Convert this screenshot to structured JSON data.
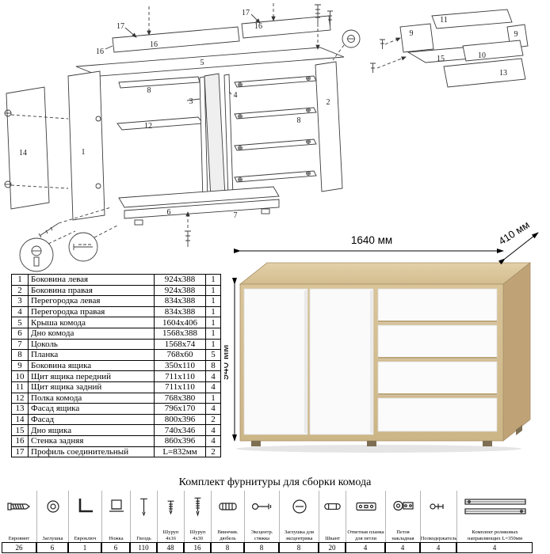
{
  "diagram": {
    "part_labels": [
      "1",
      "2",
      "3",
      "4",
      "5",
      "6",
      "7",
      "8",
      "9",
      "10",
      "11",
      "12",
      "13",
      "14",
      "15",
      "16",
      "17"
    ]
  },
  "product": {
    "width": "1640 мм",
    "depth": "410 мм",
    "height": "940 мм"
  },
  "parts_table": {
    "rows": [
      {
        "num": "1",
        "name": "Боковина левая",
        "size": "924x388",
        "qty": "1"
      },
      {
        "num": "2",
        "name": "Боковина правая",
        "size": "924x388",
        "qty": "1"
      },
      {
        "num": "3",
        "name": "Перегородка левая",
        "size": "834x388",
        "qty": "1"
      },
      {
        "num": "4",
        "name": "Перегородка правая",
        "size": "834x388",
        "qty": "1"
      },
      {
        "num": "5",
        "name": "Крыша комода",
        "size": "1604x406",
        "qty": "1"
      },
      {
        "num": "6",
        "name": "Дно комода",
        "size": "1568x388",
        "qty": "1"
      },
      {
        "num": "7",
        "name": "Цоколь",
        "size": "1568x74",
        "qty": "1"
      },
      {
        "num": "8",
        "name": "Планка",
        "size": "768x60",
        "qty": "5"
      },
      {
        "num": "9",
        "name": "Боковина ящика",
        "size": "350x110",
        "qty": "8"
      },
      {
        "num": "10",
        "name": "Щит ящика передний",
        "size": "711x110",
        "qty": "4"
      },
      {
        "num": "11",
        "name": "Щит ящика задний",
        "size": "711x110",
        "qty": "4"
      },
      {
        "num": "12",
        "name": "Полка комода",
        "size": "768x380",
        "qty": "1"
      },
      {
        "num": "13",
        "name": "Фасад ящика",
        "size": "796x170",
        "qty": "4"
      },
      {
        "num": "14",
        "name": "Фасад",
        "size": "800x396",
        "qty": "2"
      },
      {
        "num": "15",
        "name": "Дно ящика",
        "size": "740x346",
        "qty": "4"
      },
      {
        "num": "16",
        "name": "Стенка задняя",
        "size": "860x396",
        "qty": "4"
      },
      {
        "num": "17",
        "name": "Профиль соединительный",
        "size": "L=832мм",
        "qty": "2"
      }
    ]
  },
  "hardware": {
    "title": "Комплект фурнитуры для сборки комода",
    "items": [
      {
        "name": "Евровинт",
        "qty": "26",
        "icon": "confirmat-screw-icon"
      },
      {
        "name": "Заглушка",
        "qty": "6",
        "icon": "plug-cap-icon"
      },
      {
        "name": "Евроключ",
        "qty": "1",
        "icon": "hex-key-icon"
      },
      {
        "name": "Ножка",
        "qty": "6",
        "icon": "leg-icon"
      },
      {
        "name": "Гвоздь",
        "qty": "110",
        "icon": "nail-icon"
      },
      {
        "name": "Шуруп 4x16",
        "qty": "48",
        "icon": "screw-4x16-icon"
      },
      {
        "name": "Шуруп 4x30",
        "qty": "16",
        "icon": "screw-4x30-icon"
      },
      {
        "name": "Ввинчив. дюбель",
        "qty": "8",
        "icon": "threaded-dowel-icon"
      },
      {
        "name": "Эксцентр. стяжка",
        "qty": "8",
        "icon": "cam-bolt-icon"
      },
      {
        "name": "Заглушка для эксцентрика",
        "qty": "8",
        "icon": "cam-cap-icon"
      },
      {
        "name": "Шкант",
        "qty": "20",
        "icon": "wood-dowel-icon"
      },
      {
        "name": "Ответная планка для петли",
        "qty": "4",
        "icon": "hinge-plate-icon"
      },
      {
        "name": "Петля накладная",
        "qty": "4",
        "icon": "overlay-hinge-icon"
      },
      {
        "name": "Полкодержатель",
        "qty": "4",
        "icon": "shelf-pin-icon"
      },
      {
        "name": "Комплект роликовых направляющих L=350мм",
        "qty": "4",
        "icon": "drawer-slides-icon"
      }
    ]
  }
}
